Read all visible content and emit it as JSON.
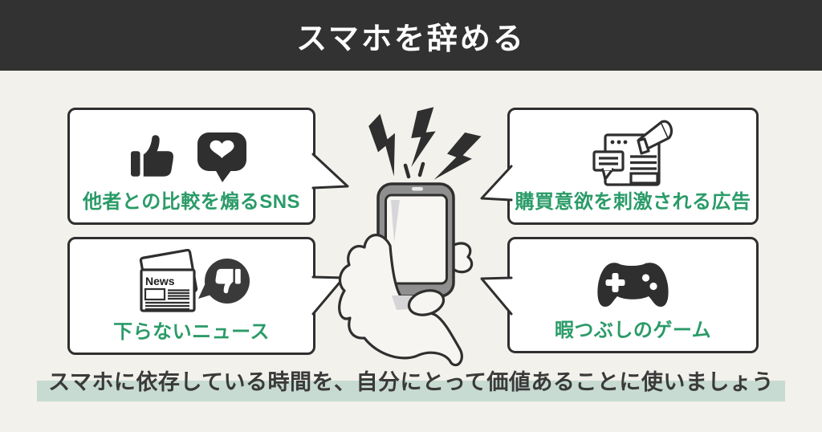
{
  "title": "スマホを辞める",
  "bubbles": {
    "sns": {
      "label": "他者との比較を煽るSNS"
    },
    "ads": {
      "label": "購買意欲を刺激される広告"
    },
    "news": {
      "label": "下らないニュース",
      "paper_label": "News"
    },
    "games": {
      "label": "暇つぶしのゲーム"
    }
  },
  "footer": {
    "message": "スマホに依存している時間を、自分にとって価値あることに使いましょう"
  },
  "colors": {
    "accent_green": "#2a9b68",
    "header_bg": "#323232",
    "page_bg": "#f2f1ec",
    "highlight_mint": "#c8dbd2",
    "icon_dark": "#2f2f2f",
    "phone_gray": "#8f8f8f"
  },
  "icons": {
    "sns": [
      "thumbs-up-icon",
      "heart-like-icon"
    ],
    "ads": [
      "ad-browser-icon",
      "megaphone-icon",
      "comment-icon"
    ],
    "news": [
      "newspaper-icon",
      "thumbs-down-icon"
    ],
    "games": [
      "gamepad-icon"
    ],
    "center": [
      "lightning-icon",
      "smartphone-icon",
      "hand-icon"
    ]
  }
}
